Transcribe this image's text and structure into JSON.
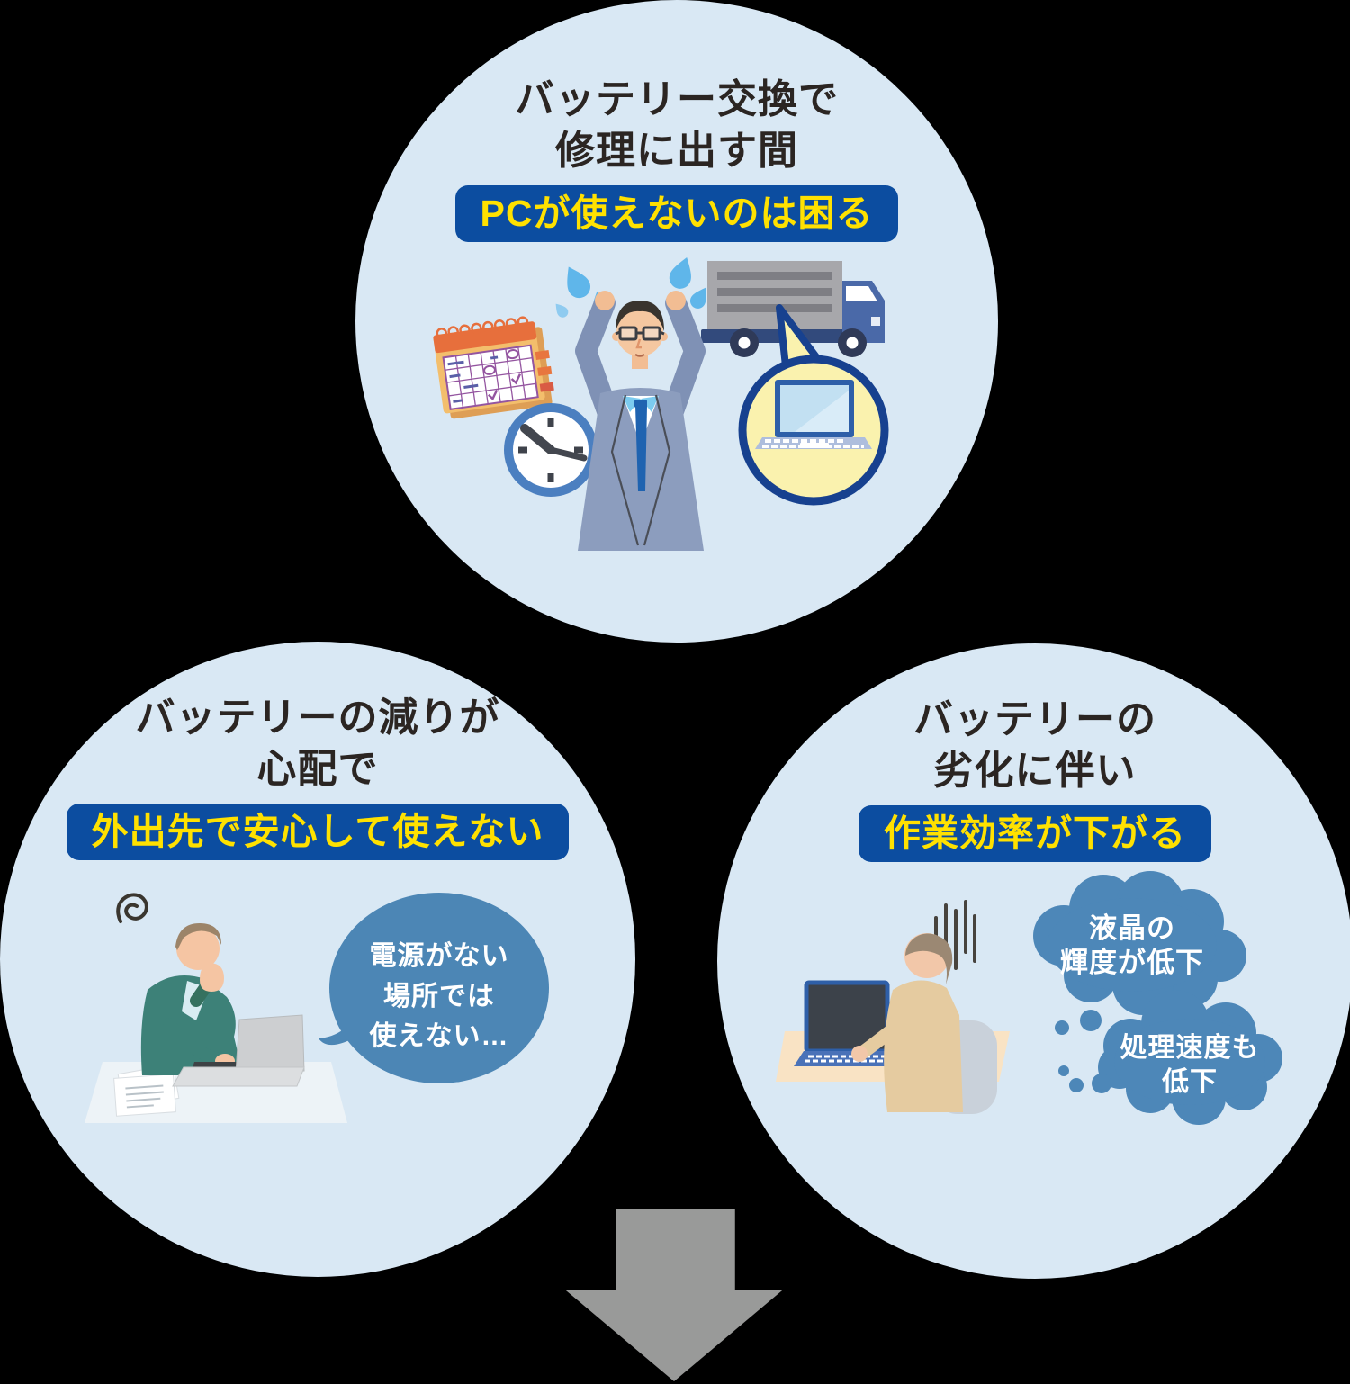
{
  "circles": {
    "repair": {
      "heading_line1": "バッテリー交換で",
      "heading_line2": "修理に出す間",
      "highlight": "PCが使えないのは困る"
    },
    "drain": {
      "heading_line1": "バッテリーの減りが",
      "heading_line2": "心配で",
      "highlight": "外出先で安心して使えない",
      "bubble_line1": "電源がない",
      "bubble_line2": "場所では",
      "bubble_line3": "使えない…"
    },
    "degrade": {
      "heading_line1": "バッテリーの",
      "heading_line2": "劣化に伴い",
      "highlight": "作業効率が下がる",
      "cloud1_line1": "液晶の",
      "cloud1_line2": "輝度が低下",
      "cloud2_line1": "処理速度も",
      "cloud2_line2": "低下"
    }
  },
  "icons": {
    "repair": [
      "calendar-icon",
      "clock-icon",
      "sweat-drops-icon",
      "stressed-businessman-icon",
      "delivery-truck-icon",
      "laptop-speech-bubble-icon"
    ],
    "drain": [
      "scribble-stress-icon",
      "worried-person-at-laptop-icon",
      "papers-icon",
      "speech-bubble-icon"
    ],
    "degrade": [
      "stress-lines-icon",
      "person-at-laptop-back-icon",
      "thought-cloud-icon",
      "thought-dots-icon"
    ],
    "footer": [
      "down-arrow-icon"
    ]
  },
  "colors": {
    "page_bg": "#000000",
    "circle_bg": "#D9E8F4",
    "heading_text": "#2B2522",
    "highlight_bg": "#0C4DA0",
    "highlight_text": "#FFE100",
    "speech_bubble_blue": "#4C86B5",
    "thought_cloud_blue": "#4D87B8",
    "bubble_cream": "#FAF2AE",
    "bubble_border_navy": "#17418F",
    "arrow_gray": "#999A99"
  }
}
